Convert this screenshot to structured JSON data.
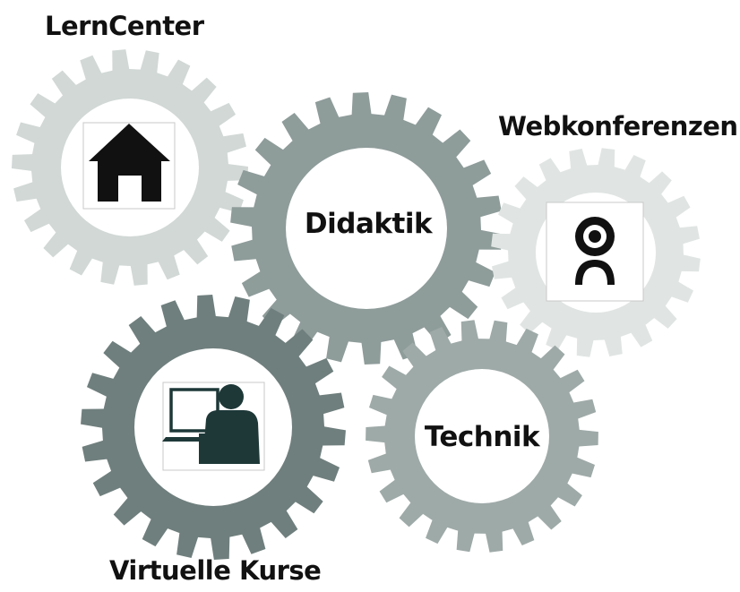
{
  "labels": {
    "lerncenter": "LernCenter",
    "webkonferenzen": "Webkonferenzen",
    "virtuelle_kurse": "Virtuelle Kurse",
    "didaktik": "Didaktik",
    "technik": "Technik"
  },
  "icons": {
    "lerncenter": "home-icon",
    "webkonferenzen": "webcam-icon",
    "virtuelle_kurse": "person-laptop-icon"
  },
  "colors": {
    "gear_light": "#d1d8d6",
    "gear_lighter": "#e0e5e3",
    "gear_mid": "#8e9c9a",
    "gear_medium": "#9eaaa8",
    "gear_dark": "#6f7f7d",
    "icon_dark": "#1e3838"
  }
}
